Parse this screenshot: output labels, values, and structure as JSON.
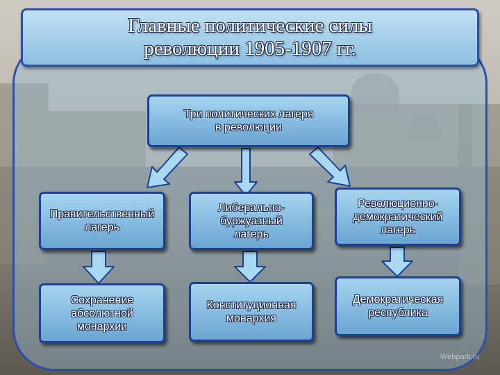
{
  "title": {
    "line1": "Главные политические силы",
    "line2": "революции 1905-1907 гг."
  },
  "root": {
    "line1": "Три политических лагеря",
    "line2": "в революции"
  },
  "camps": [
    {
      "line1": "Правительственный",
      "line2": "лагерь",
      "line3": ""
    },
    {
      "line1": "Либерально-",
      "line2": "буржуазный",
      "line3": "лагерь"
    },
    {
      "line1": "Революционно-",
      "line2": "демократический",
      "line3": "лагерь"
    }
  ],
  "goals": [
    {
      "line1": "Сохранение",
      "line2": "абсолютной",
      "line3": "монархии"
    },
    {
      "line1": "Конституционная",
      "line2": "монархия",
      "line3": ""
    },
    {
      "line1": "Демократическая",
      "line2": "республика",
      "line3": ""
    }
  ],
  "watermark": "Webpark.ru",
  "colors": {
    "border": "#1f3f93",
    "box_fill": "#8dbfe2",
    "arrow_fill": "#a9d8f2"
  }
}
